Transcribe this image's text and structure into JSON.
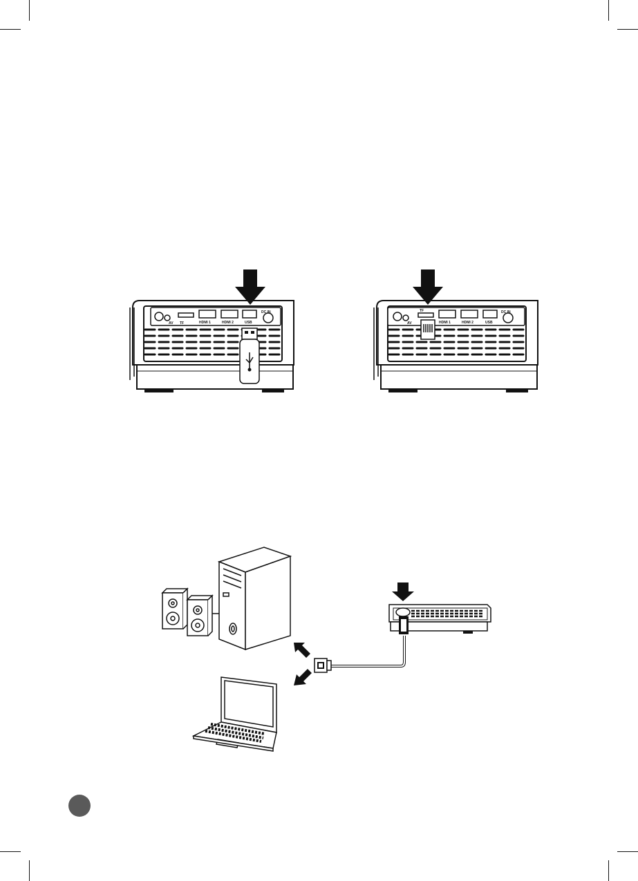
{
  "figure_usb": {
    "ports": {
      "hdmi1": "HDMI 1",
      "hdmi2": "HDMI 2",
      "usb": "USB",
      "dc_in": "DC IN",
      "av": "AV",
      "tf": "TF"
    }
  },
  "figure_tf": {
    "ports": {
      "hdmi1": "HDMI 1",
      "hdmi2": "HDMI 2",
      "usb": "USB",
      "dc_in": "DC IN",
      "av": "AV",
      "tf": "TF"
    }
  },
  "colors": {
    "ink": "#111111",
    "page_marker": "#5a5a5a"
  }
}
